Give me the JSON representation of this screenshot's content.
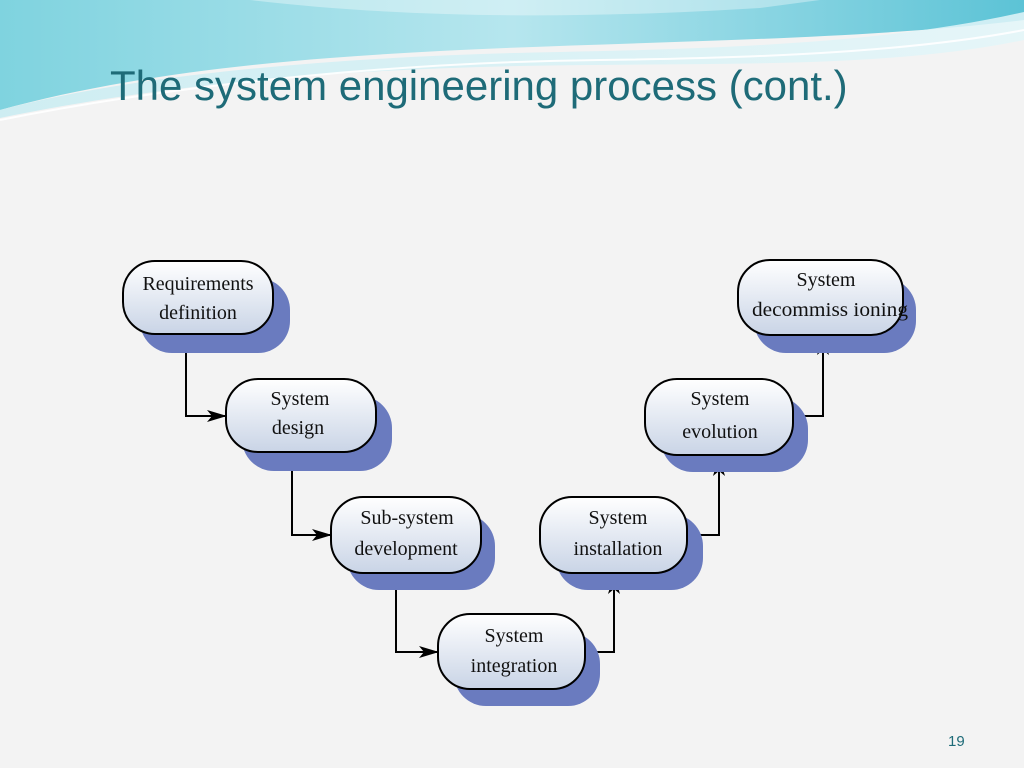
{
  "slide": {
    "title": "The system engineering process (cont.)",
    "page_number": "19"
  },
  "diagram": {
    "nodes": [
      {
        "id": "requirements",
        "lines": [
          "Requirements",
          "definition"
        ]
      },
      {
        "id": "system-design",
        "lines": [
          "System",
          "design"
        ]
      },
      {
        "id": "subsystem-development",
        "lines": [
          "Sub-system",
          "development"
        ]
      },
      {
        "id": "system-integration",
        "lines": [
          "System",
          "integration"
        ]
      },
      {
        "id": "system-installation",
        "lines": [
          "System",
          "installation"
        ]
      },
      {
        "id": "system-evolution",
        "lines": [
          "System",
          "evolution"
        ]
      },
      {
        "id": "system-decommissioning",
        "lines": [
          "System",
          "decommiss ioning"
        ]
      }
    ],
    "edges": [
      {
        "from": "requirements",
        "to": "system-design"
      },
      {
        "from": "system-design",
        "to": "subsystem-development"
      },
      {
        "from": "subsystem-development",
        "to": "system-integration"
      },
      {
        "from": "system-integration",
        "to": "system-installation"
      },
      {
        "from": "system-installation",
        "to": "system-evolution"
      },
      {
        "from": "system-evolution",
        "to": "system-decommissioning"
      }
    ]
  },
  "colors": {
    "title": "#1e6b78",
    "node_shadow": "#6a7bbf",
    "node_fill_top": "#ffffff",
    "node_fill_bottom": "#c9d4e6"
  }
}
